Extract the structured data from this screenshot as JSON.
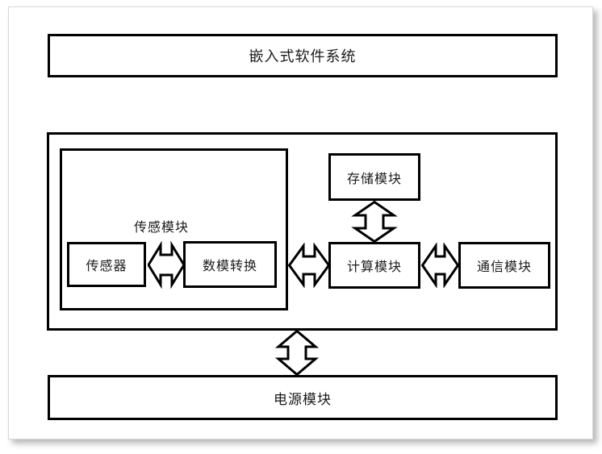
{
  "diagram": {
    "title": "嵌入式软件系统",
    "system_box": {
      "label": "嵌入式软件系统"
    },
    "hardware_container": {
      "label": ""
    },
    "sensing_module": {
      "caption": "传感模块",
      "blocks": [
        {
          "label": "传感器"
        },
        {
          "label": "数模转换"
        }
      ]
    },
    "modules": [
      {
        "label": "存储模块"
      },
      {
        "label": "计算模块"
      },
      {
        "label": "通信模块"
      }
    ],
    "power_module": {
      "label": "电源模块"
    },
    "connectors": [
      {
        "name": "sensor-to-adc",
        "orientation": "horizontal",
        "style": "double-headed-hollow"
      },
      {
        "name": "adc-to-compute",
        "orientation": "horizontal",
        "style": "double-headed-hollow"
      },
      {
        "name": "storage-to-compute",
        "orientation": "vertical",
        "style": "double-headed-hollow"
      },
      {
        "name": "compute-to-comm",
        "orientation": "horizontal",
        "style": "double-headed-hollow"
      },
      {
        "name": "hardware-to-power",
        "orientation": "vertical",
        "style": "double-headed-hollow"
      }
    ],
    "colors": {
      "stroke": "#000000",
      "background": "#ffffff",
      "text": "#1a1a1a"
    }
  }
}
